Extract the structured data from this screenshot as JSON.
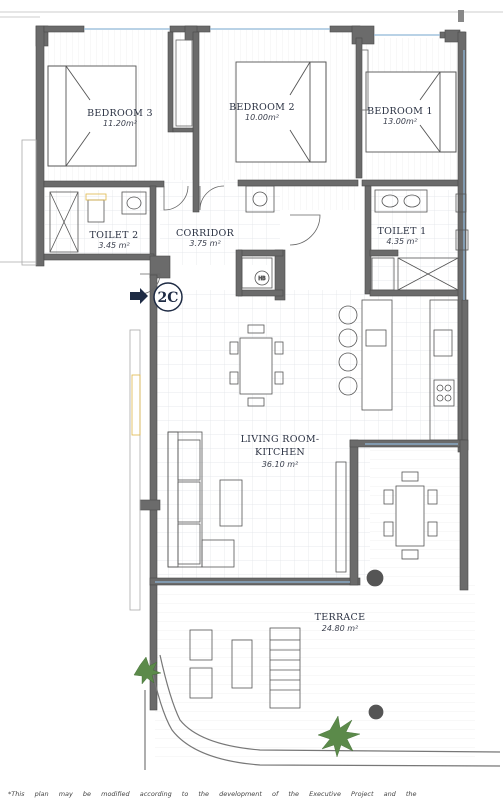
{
  "rooms": {
    "bedroom3": {
      "name": "BEDROOM 3",
      "area": "11.20m²"
    },
    "bedroom2": {
      "name": "BEDROOM 2",
      "area": "10.00m²"
    },
    "bedroom1": {
      "name": "BEDROOM 1",
      "area": "13.00m²"
    },
    "toilet2": {
      "name": "TOILET 2",
      "area": "3.45 m²"
    },
    "corridor": {
      "name": "CORRIDOR",
      "area": "3.75 m²"
    },
    "toilet1": {
      "name": "TOILET 1",
      "area": "4.35 m²"
    },
    "living": {
      "name_line1": "LIVING ROOM-",
      "name_line2": "KITCHEN",
      "area": "36.10 m²"
    },
    "terrace": {
      "name": "TERRACE",
      "area": "24.80 m²"
    }
  },
  "unit": {
    "code": "2C"
  },
  "fixtures": {
    "hob_label": "HB"
  },
  "disclaimer": "*This plan may be modified according to the development of the Executive Project and the",
  "colors": {
    "wall": "#6b6b6b",
    "wall_dark": "#4a4a4a",
    "grid": "#d9dde3",
    "glass": "#8fb6d8",
    "accent": "#1e2b44"
  }
}
